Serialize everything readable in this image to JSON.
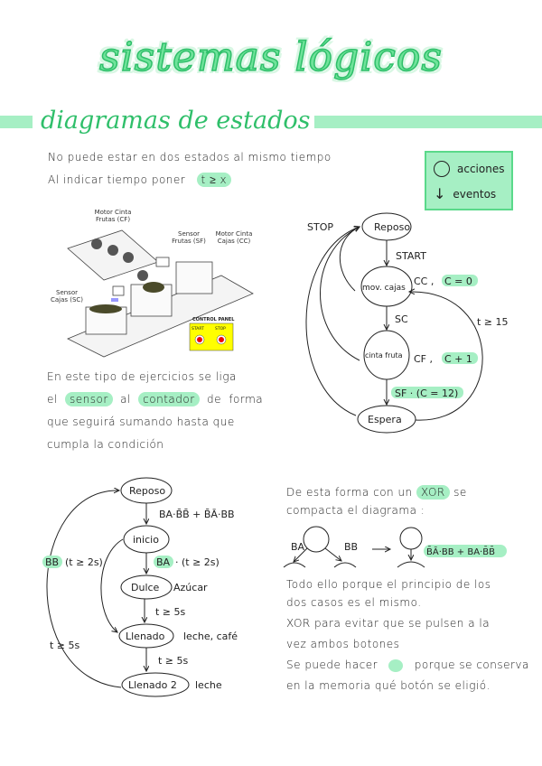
{
  "title": "sistemas lógicos",
  "section_title": "diagramas de estados",
  "intro": {
    "line1": "No puede estar en dos estados al mismo tiempo",
    "line2_prefix": "Al indicar tiempo poner",
    "line2_highlight": "t ≥ x"
  },
  "legend": {
    "actions": "acciones",
    "events": "eventos"
  },
  "figure": {
    "motor_frutas": "Motor Cinta Frutas (CF)",
    "sensor_frutas": "Sensor Frutas (SF)",
    "motor_cajas": "Motor Cinta Cajas (CC)",
    "sensor_cajas": "Sensor Cajas (SC)",
    "control_panel": "CONTROL PANEL",
    "start": "START",
    "stop": "STOP"
  },
  "paragraph1": {
    "l1": "En este tipo de ejercicios se liga",
    "l2a": "el",
    "l2b": "sensor",
    "l2c": "al",
    "l2d": "contador",
    "l2e": "de forma",
    "l3": "que seguirá sumando hasta que",
    "l4": "cumpla la condición"
  },
  "diagram1": {
    "states": [
      "Reposo",
      "mov. cajas",
      "cinta fruta",
      "Espera"
    ],
    "stop": "STOP",
    "start": "START",
    "sc": "SC",
    "action_mov_a": "CC ,",
    "action_mov_b": "C = 0",
    "action_cinta_a": "CF ,",
    "action_cinta_b": "C + 1",
    "sf": "SF · (C = 12)",
    "t15": "t ≥ 15"
  },
  "diagram2": {
    "states": [
      "Reposo",
      "inicio",
      "Dulce",
      "Llenado",
      "Llenado 2"
    ],
    "cond_start": "BA·B̄B̄ + B̄Ā·BB",
    "ba": "BA",
    "ba_t": "· (t ≥ 2s)",
    "bb": "BB",
    "bb_t": "(t ≥ 2s)",
    "azucar": "Azúcar",
    "t5a": "t ≥ 5s",
    "leche_cafe": "leche, café",
    "t5b": "t ≥ 5s",
    "leche": "leche",
    "t5c": "t ≥ 5s"
  },
  "paragraph2": {
    "l1a": "De esta forma con un",
    "l1b": "XOR",
    "l1c": "se",
    "l2": "compacta el diagrama :",
    "ba": "BA",
    "bb": "BB",
    "expr": "B̄Ā·BB + BA·B̄B̄",
    "l3": "Todo ello porque el principio de los",
    "l4": "dos casos es el mismo.",
    "l5": "XOR para evitar que se pulsen a la",
    "l6": "vez ambos botones",
    "l7a": "Se puede hacer",
    "l7b": "porque se conserva",
    "l8": "en la memoria qué botón se eligió."
  },
  "colors": {
    "accent": "#a6efc4",
    "accent_dark": "#2fbf6a"
  }
}
